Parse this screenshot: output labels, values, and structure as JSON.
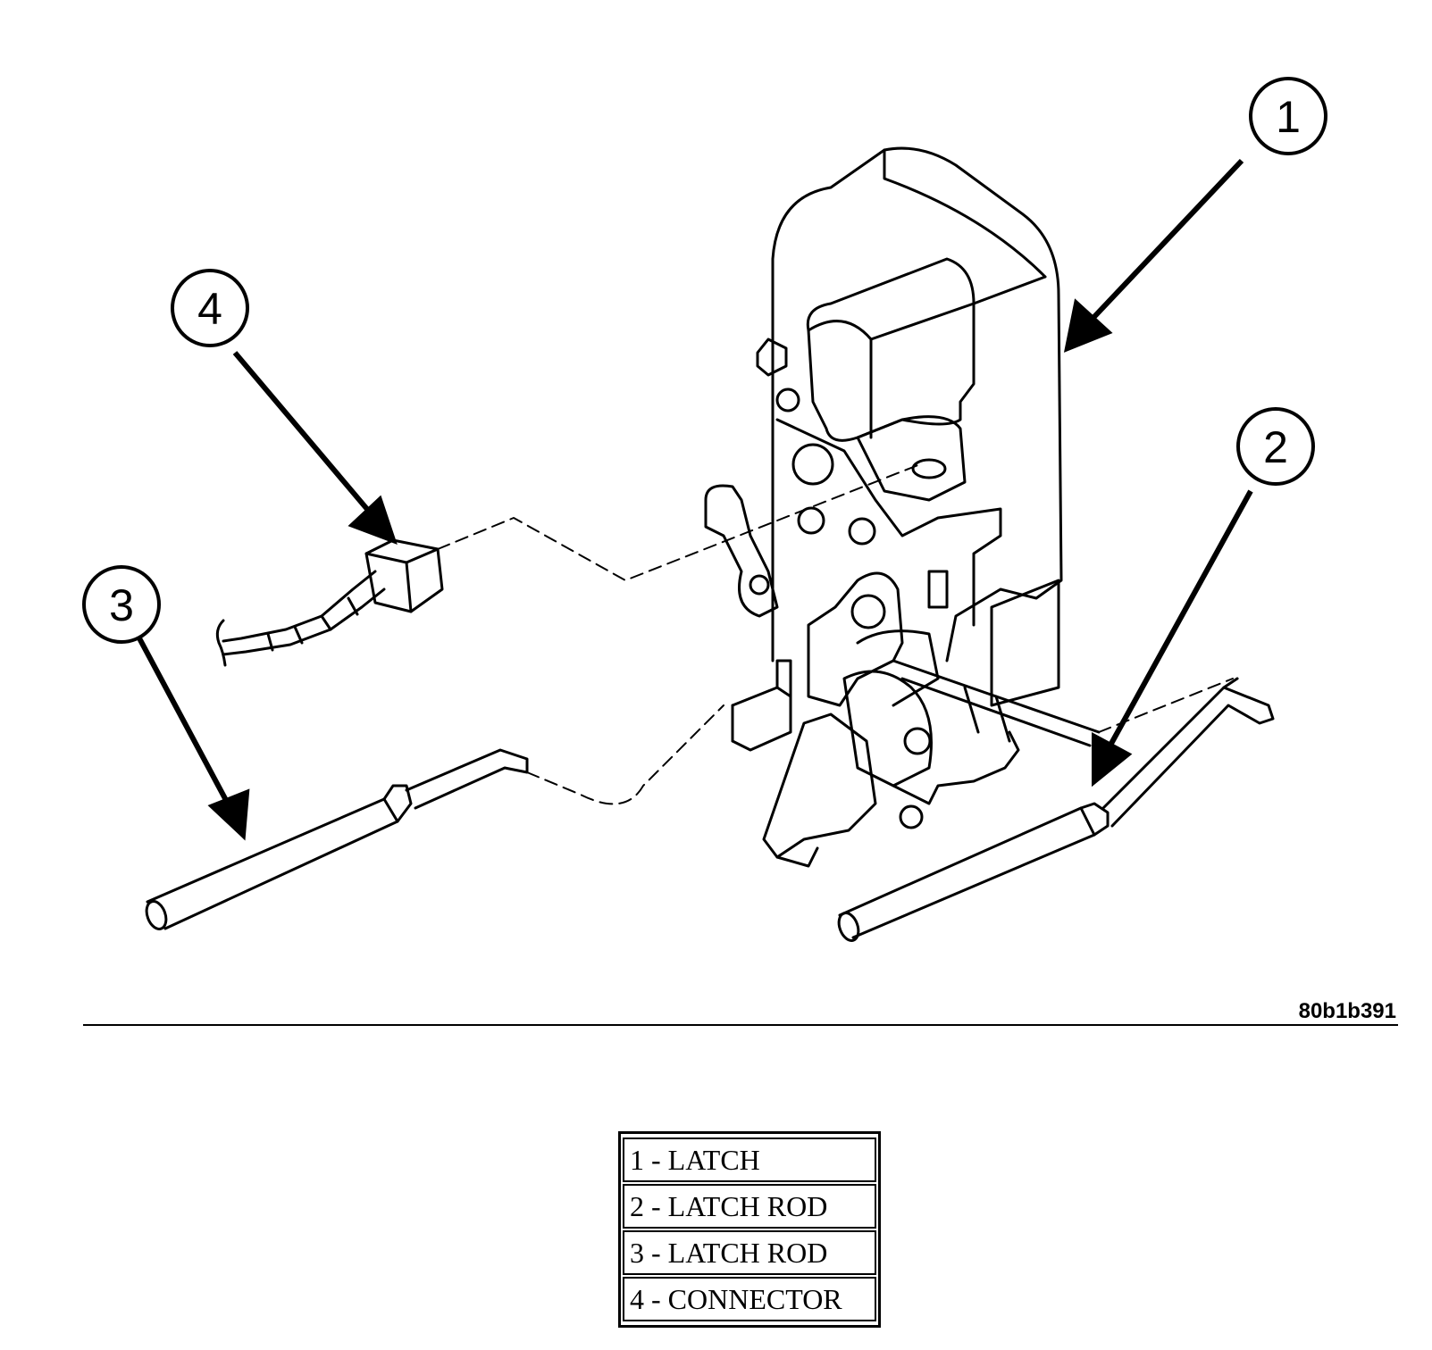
{
  "figure_id": "80b1b391",
  "callouts": [
    {
      "number": "1"
    },
    {
      "number": "2"
    },
    {
      "number": "3"
    },
    {
      "number": "4"
    }
  ],
  "legend": [
    {
      "text": "1 - LATCH"
    },
    {
      "text": "2 - LATCH ROD"
    },
    {
      "text": "3 - LATCH ROD"
    },
    {
      "text": "4 - CONNECTOR"
    }
  ]
}
